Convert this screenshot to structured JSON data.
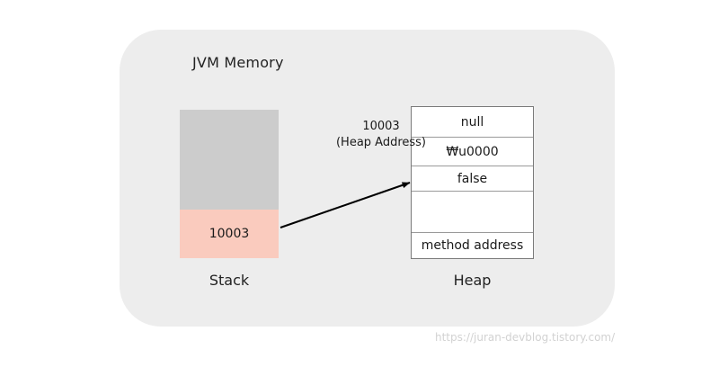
{
  "diagram": {
    "panel_title": "JVM Memory",
    "background_color": "#ededed",
    "page_background": "#ffffff"
  },
  "stack": {
    "caption": "Stack",
    "free_color": "#cccccc",
    "frame_color": "#facbbe",
    "frame_value": "10003"
  },
  "heap": {
    "caption": "Heap",
    "border_color": "#7a7a7a",
    "rows": [
      {
        "label": "null"
      },
      {
        "label": "₩u0000"
      },
      {
        "label": "false"
      },
      {
        "label": ""
      },
      {
        "label": "method address"
      }
    ]
  },
  "arrow": {
    "label_line1": "10003",
    "label_line2": "(Heap Address)",
    "color": "#000000"
  },
  "watermark": {
    "text": "https://juran-devblog.tistory.com/",
    "color": "#d2d2d2"
  }
}
